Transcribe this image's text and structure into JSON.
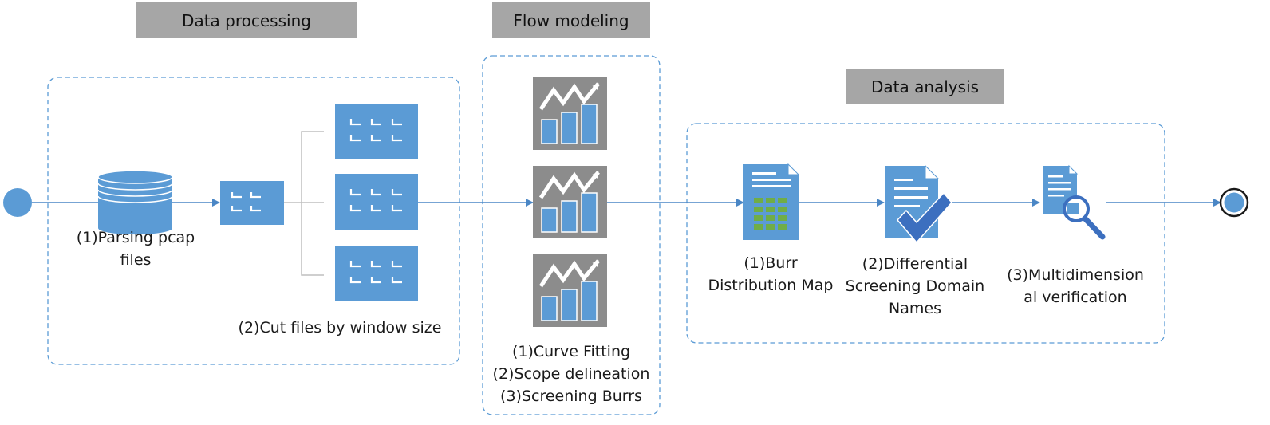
{
  "stages": {
    "processing": "Data processing",
    "modeling": "Flow modeling",
    "analysis": "Data analysis"
  },
  "processing": {
    "parse_label": [
      "(1)Parsing pcap",
      "files"
    ],
    "cut_label": "(2)Cut files by window size"
  },
  "modeling": {
    "steps": [
      "(1)Curve Fitting",
      "(2)Scope delineation",
      "(3)Screening Burrs"
    ]
  },
  "analysis": {
    "burr_label": [
      "(1)Burr",
      "Distribution Map"
    ],
    "screen_label": [
      "(2)Differential",
      "Screening Domain",
      "Names"
    ],
    "verify_label": [
      "(3)Multidimension",
      "al verification"
    ]
  },
  "colors": {
    "accent": "#5b9bd5",
    "line": "#4a86c5",
    "banner": "#a6a6a6",
    "chart_tile": "#8c8c8c",
    "table_green": "#70ad47"
  },
  "icons": [
    "start-node",
    "database-icon",
    "file-chunk-icon",
    "trend-chart-icon",
    "spreadsheet-doc-icon",
    "document-check-icon",
    "document-search-icon",
    "end-node"
  ]
}
